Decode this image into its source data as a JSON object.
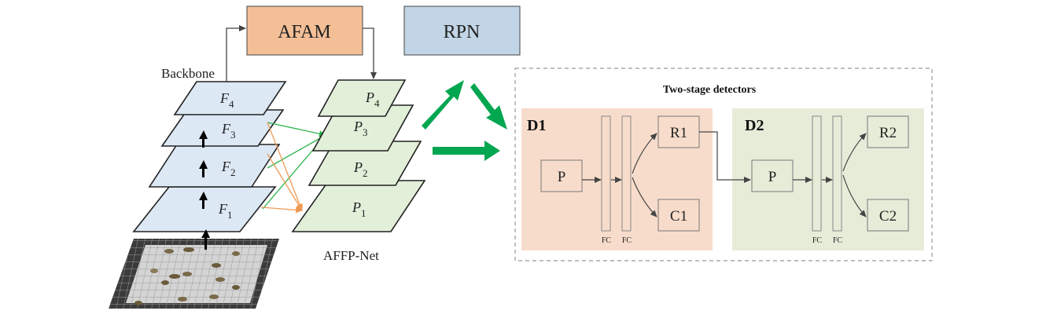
{
  "top": {
    "afam_label": "AFAM",
    "rpn_label": "RPN"
  },
  "backbone": {
    "title": "Backbone",
    "layers": [
      {
        "sym": "F",
        "sub": "4"
      },
      {
        "sym": "F",
        "sub": "3"
      },
      {
        "sym": "F",
        "sub": "2"
      },
      {
        "sym": "F",
        "sub": "1"
      }
    ]
  },
  "pyramid": {
    "caption": "AFFP-Net",
    "layers": [
      {
        "sym": "P",
        "sub": "4"
      },
      {
        "sym": "P",
        "sub": "3"
      },
      {
        "sym": "P",
        "sub": "2"
      },
      {
        "sym": "P",
        "sub": "1"
      }
    ]
  },
  "detectors": {
    "title": "Two-stage detectors",
    "d1": {
      "label": "D1",
      "input": "P",
      "fc1": "FC",
      "fc2": "FC",
      "reg": "R1",
      "cls": "C1",
      "bg": "#f8dccb"
    },
    "d2": {
      "label": "D2",
      "input": "P",
      "fc1": "FC",
      "fc2": "FC",
      "reg": "R2",
      "cls": "C2",
      "bg": "#e6ecd8"
    }
  },
  "colors": {
    "afam": "#f4bf97",
    "rpn": "#c2d5e6",
    "backbone_layer": "#dde8f5",
    "pyramid_layer": "#e2efd9",
    "green_arrow": "#00a650",
    "orange_arrow": "#ed9a55",
    "thin_green": "#2db34a"
  }
}
